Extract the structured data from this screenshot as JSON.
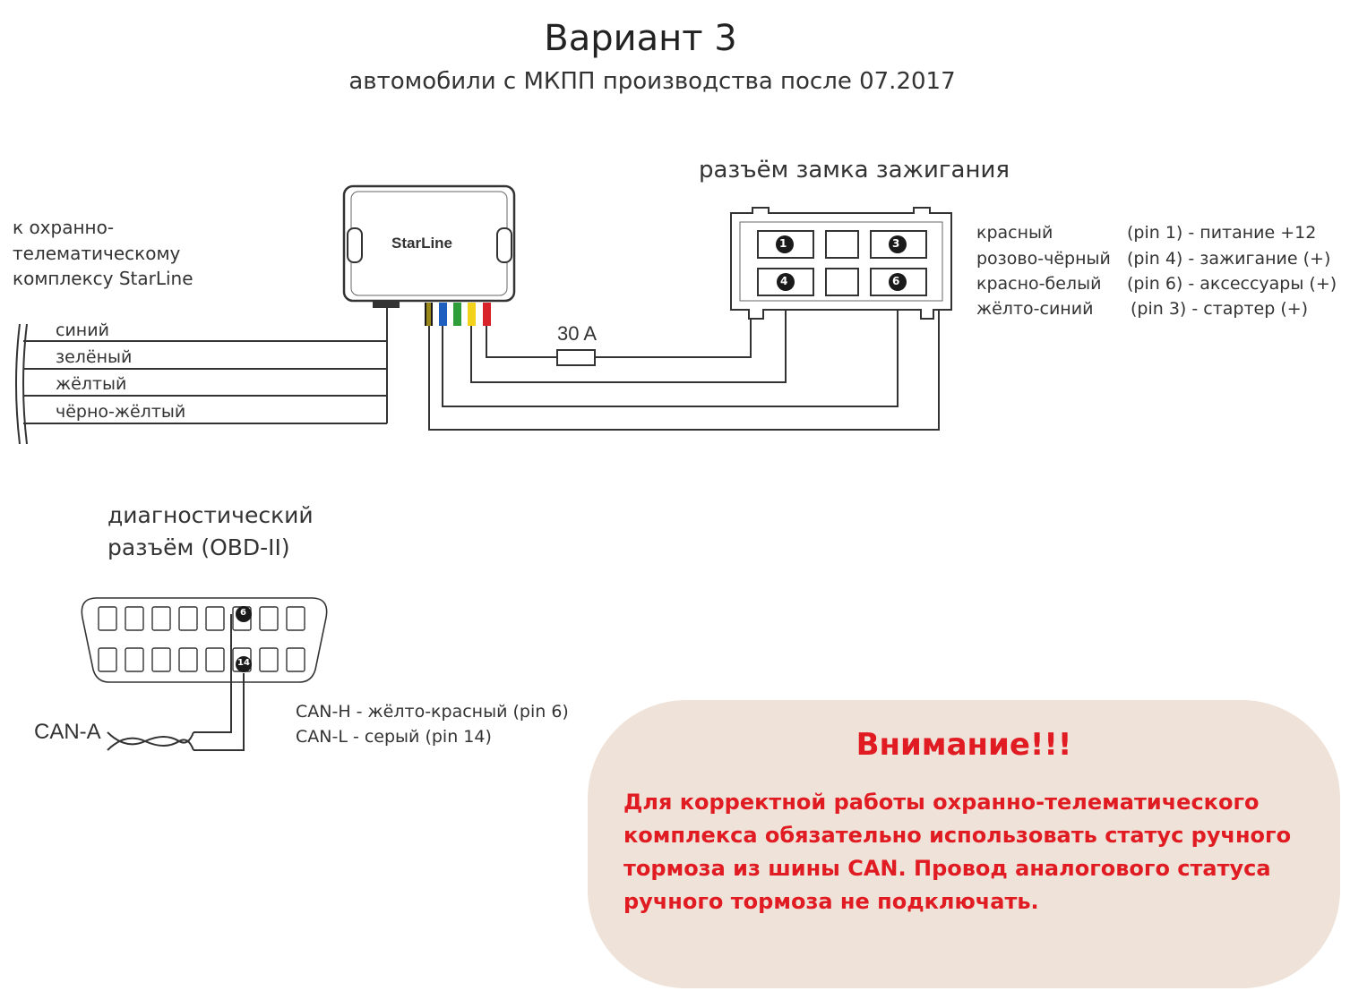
{
  "header": {
    "title": "Вариант 3",
    "subtitle": "автомобили с МКПП производства после 07.2017"
  },
  "module": {
    "brand": "StarLine",
    "connects_to": [
      "к охранно-",
      "телематическому",
      "комплексу StarLine"
    ]
  },
  "module_wires": [
    "синий",
    "зелёный",
    "жёлтый",
    "чёрно-жёлтый"
  ],
  "fuse": {
    "label": "30 A"
  },
  "ignition_connector": {
    "title": "разъём замка зажигания",
    "pins": [
      {
        "color": "красный",
        "desc": "(pin 1) - питание +12"
      },
      {
        "color": "розово-чёрный",
        "desc": "(pin 4) -  зажигание (+)"
      },
      {
        "color": "красно-белый",
        "desc": "(pin 6) - аксессуары (+)"
      },
      {
        "color": "жёлто-синий",
        "desc": "(pin 3) - стартер (+)"
      }
    ],
    "pin_numbers": [
      "1",
      "3",
      "4",
      "6"
    ]
  },
  "obd": {
    "title_line1": "диагностический",
    "title_line2": "разъём (OBD-II)",
    "pin_numbers": [
      "6",
      "14"
    ],
    "bus_label": "CAN-A",
    "can_lines": [
      "CAN-H - жёлто-красный (pin 6)",
      "CAN-L - серый (pin 14)"
    ]
  },
  "notice": {
    "title": "Внимание!!!",
    "body": "Для корректной работы охранно-телематического комплекса обязательно использовать статус ручного тормоза из шины CAN. Провод аналогового статуса ручного тормоза не подключать."
  },
  "colors": {
    "wire_black_yellow": "#1a1a1a",
    "wire_blue": "#1f5fbf",
    "wire_green": "#2e9d3a",
    "wire_yellow": "#f2d21a",
    "wire_red": "#d8232a",
    "notice_bg": "#efe2d8",
    "notice_text": "#e01b22"
  }
}
